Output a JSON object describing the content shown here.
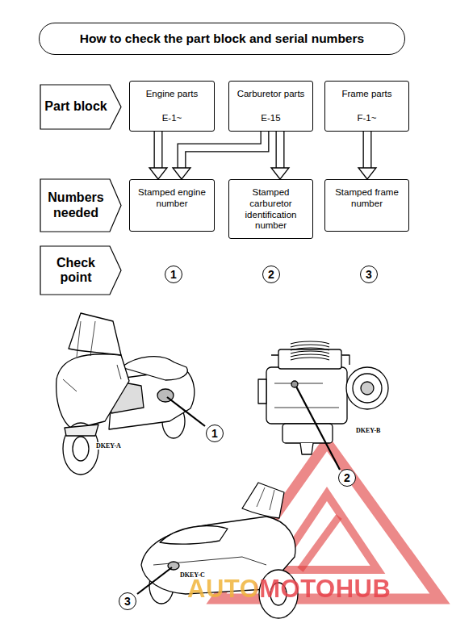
{
  "diagram": {
    "title": "How to check the part block and serial numbers",
    "nodes": [
      {
        "text": [
          "Part block"
        ]
      },
      {
        "text": [
          "Engine parts",
          "E-1~"
        ]
      },
      {
        "text": [
          "Carburetor parts",
          "E-15"
        ]
      },
      {
        "text": [
          "Frame parts",
          "F-1~"
        ]
      },
      {
        "text": [
          "Numbers needed"
        ]
      },
      {
        "text": [
          "Stamped engine number"
        ]
      },
      {
        "text": [
          "Stamped carburetor identification number"
        ]
      },
      {
        "text": [
          "Stamped frame number"
        ]
      },
      {
        "text": [
          "Check point"
        ]
      },
      {
        "text": [
          "1"
        ]
      },
      {
        "text": [
          "2"
        ]
      },
      {
        "text": [
          "3"
        ]
      }
    ],
    "edges": [
      {
        "from": 1,
        "to": 5,
        "arrow": "to"
      },
      {
        "from": 2,
        "to": 5,
        "arrow": "to"
      },
      {
        "from": 2,
        "to": 6,
        "arrow": "to"
      },
      {
        "from": 3,
        "to": 7,
        "arrow": "to"
      }
    ],
    "labels": [
      "DKEY-A",
      "1",
      "DKEY-B",
      "2",
      "DKEY-C",
      "3",
      "AUTOMOTOHUB"
    ]
  }
}
